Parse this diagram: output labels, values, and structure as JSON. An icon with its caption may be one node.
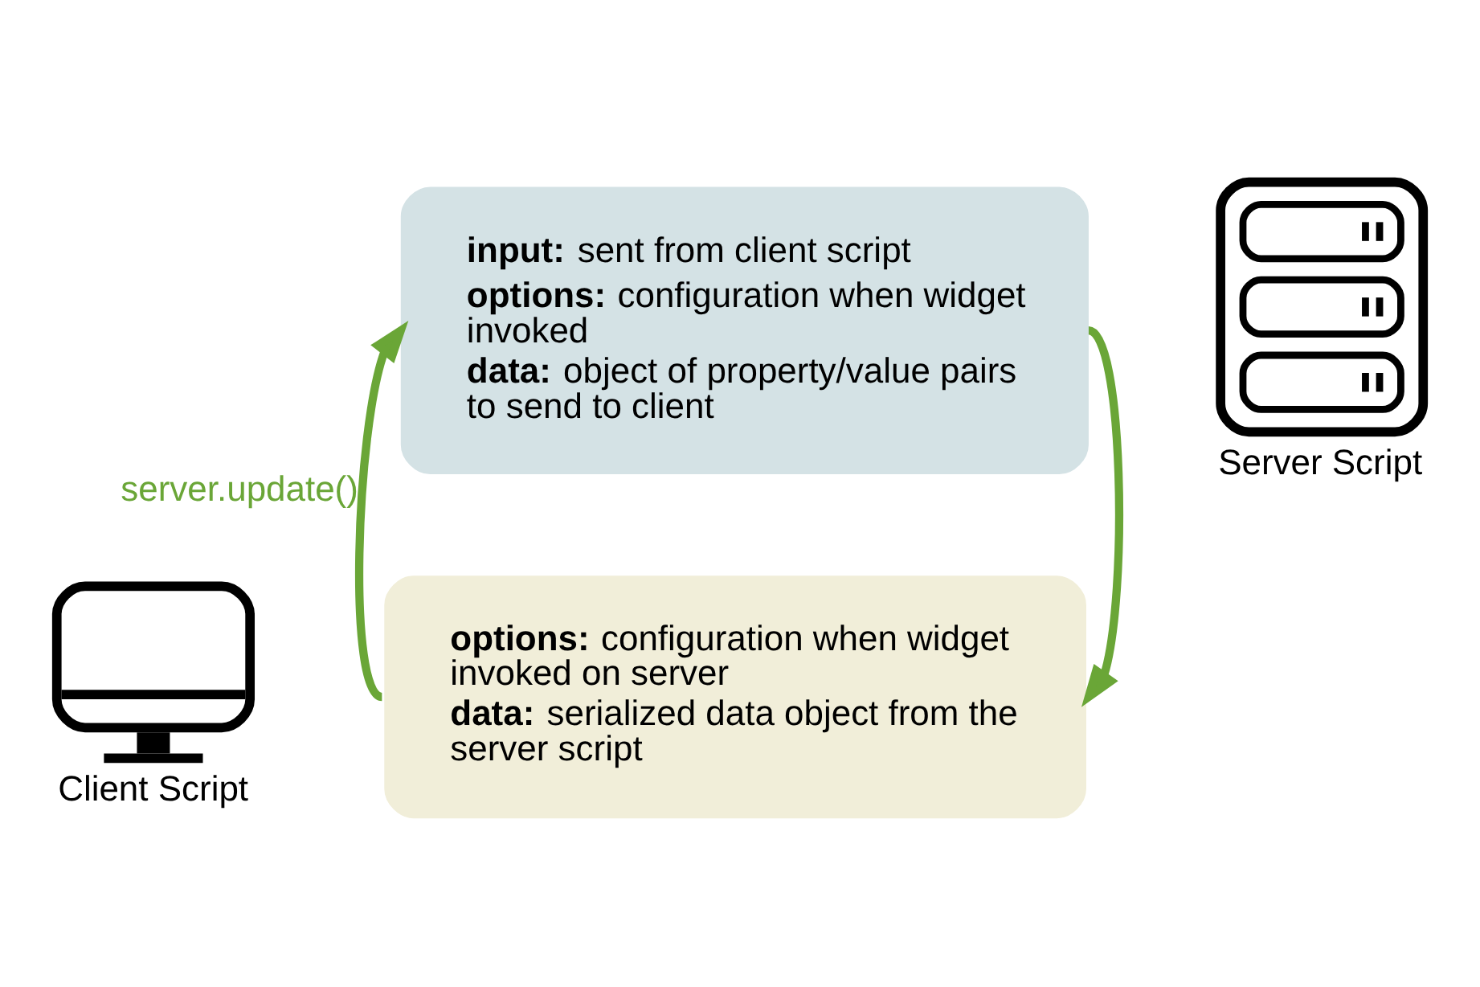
{
  "diagram": {
    "nodes": [
      {
        "text": [
          "**input:** sent from client script",
          "**options:** configuration when widget invoked",
          "**data:** object of property/value pairs to send to client"
        ]
      },
      {
        "text": [
          "**options:** configuration when widget invoked on server",
          "**data:** serialized data object from the server script"
        ]
      }
    ],
    "edges": [
      {
        "from": 1,
        "to": 0,
        "arrow": "to",
        "label": "server.update()"
      },
      {
        "from": 0,
        "to": 1,
        "arrow": "to"
      }
    ],
    "labels": [
      "Server Script",
      "Client Script"
    ]
  }
}
